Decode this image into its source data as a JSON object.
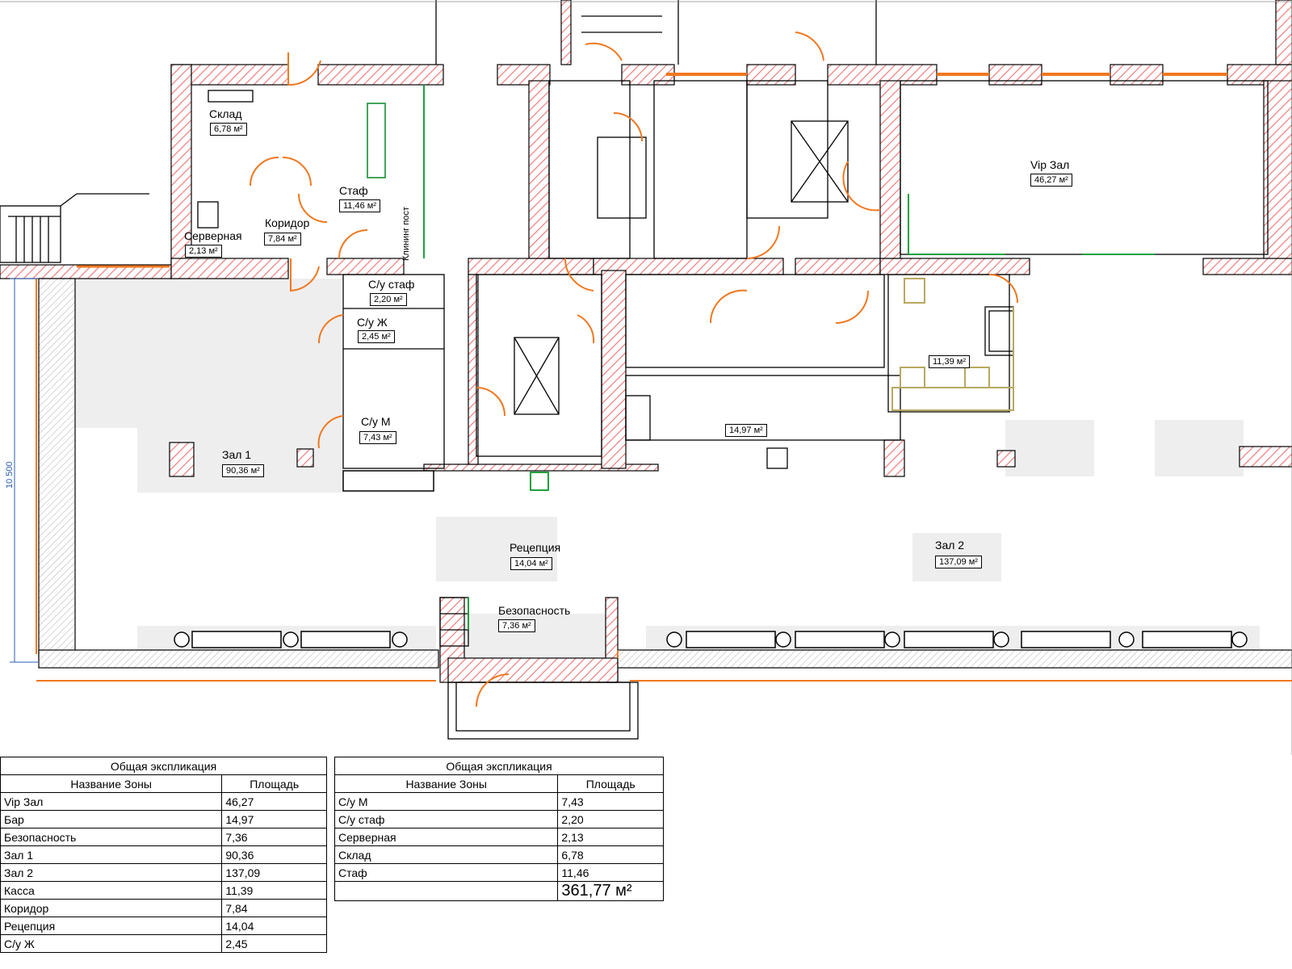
{
  "plan": {
    "rooms": [
      {
        "key": "sklad",
        "name": "Склад",
        "area": "6,78 м²"
      },
      {
        "key": "staf",
        "name": "Стаф",
        "area": "11,46 м²"
      },
      {
        "key": "koridor",
        "name": "Коридор",
        "area": "7,84 м²"
      },
      {
        "key": "servernaya",
        "name": "Серверная",
        "area": "2,13 м²"
      },
      {
        "key": "su_staf",
        "name": "С/у стаф",
        "area": "2,20 м²"
      },
      {
        "key": "su_zh",
        "name": "С/у Ж",
        "area": "2,45 м²"
      },
      {
        "key": "su_m",
        "name": "С/у М",
        "area": "7,43 м²"
      },
      {
        "key": "zal1",
        "name": "Зал 1",
        "area": "90,36 м²"
      },
      {
        "key": "reception",
        "name": "Рецепция",
        "area": "14,04 м²"
      },
      {
        "key": "security",
        "name": "Безопасность",
        "area": "7,36 м²"
      },
      {
        "key": "zal2",
        "name": "Зал 2",
        "area": "137,09 м²"
      },
      {
        "key": "vip",
        "name": "Vip Зал",
        "area": "46,27 м²"
      },
      {
        "key": "kassa",
        "name": "",
        "area": "11,39 м²"
      },
      {
        "key": "bar",
        "name": "",
        "area": "14,97 м²"
      }
    ],
    "cleaning_label": "Клининг пост",
    "dimension": "10 500"
  },
  "table_left": {
    "title": "Общая экспликация",
    "col_name": "Название Зоны",
    "col_area": "Площадь",
    "rows": [
      {
        "name": "Vip Зал",
        "area": "46,27"
      },
      {
        "name": "Бар",
        "area": "14,97"
      },
      {
        "name": "Безопасность",
        "area": "7,36"
      },
      {
        "name": "Зал 1",
        "area": "90,36"
      },
      {
        "name": "Зал 2",
        "area": "137,09"
      },
      {
        "name": "Касса",
        "area": "11,39"
      },
      {
        "name": "Коридор",
        "area": "7,84"
      },
      {
        "name": "Рецепция",
        "area": "14,04"
      },
      {
        "name": "С/у Ж",
        "area": "2,45"
      }
    ]
  },
  "table_right": {
    "title": "Общая экспликация",
    "col_name": "Название Зоны",
    "col_area": "Площадь",
    "rows": [
      {
        "name": "С/у М",
        "area": "7,43"
      },
      {
        "name": "С/у стаф",
        "area": "2,20"
      },
      {
        "name": "Серверная",
        "area": "2,13"
      },
      {
        "name": "Склад",
        "area": "6,78"
      },
      {
        "name": "Стаф",
        "area": "11,46"
      }
    ],
    "total": "361,77 м²"
  },
  "colors": {
    "wall_hatch": "#f08080",
    "door": "#f07820",
    "green": "#20a040",
    "dimension": "#2a5db0"
  }
}
